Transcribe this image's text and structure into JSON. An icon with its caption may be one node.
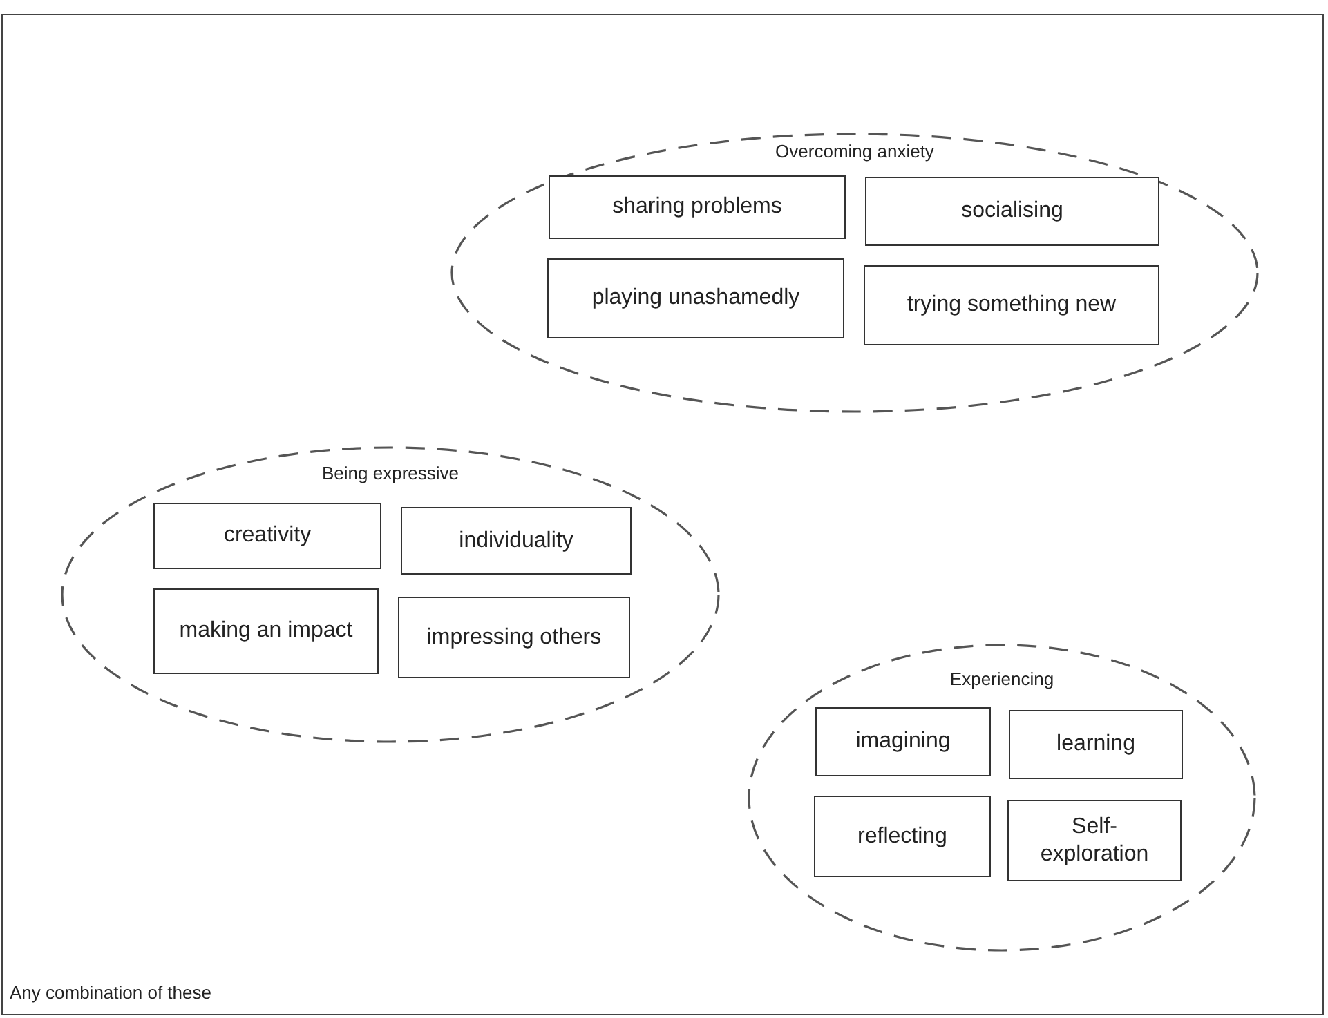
{
  "diagram": {
    "nodes": [
      {
        "text": [
          "Any combination of these"
        ]
      },
      {
        "text": [
          "Overcoming anxiety"
        ],
        "in": 0
      },
      {
        "text": [
          "sharing problems"
        ],
        "in": 1
      },
      {
        "text": [
          "socialising"
        ],
        "in": 1
      },
      {
        "text": [
          "playing unashamedly"
        ],
        "in": 1
      },
      {
        "text": [
          "trying something new"
        ],
        "in": 1
      },
      {
        "text": [
          "Being expressive"
        ],
        "in": 0
      },
      {
        "text": [
          "creativity"
        ],
        "in": 6
      },
      {
        "text": [
          "individuality"
        ],
        "in": 6
      },
      {
        "text": [
          "making an impact"
        ],
        "in": 6
      },
      {
        "text": [
          "impressing others"
        ],
        "in": 6
      },
      {
        "text": [
          "Experiencing"
        ],
        "in": 0
      },
      {
        "text": [
          "imagining"
        ],
        "in": 11
      },
      {
        "text": [
          "learning"
        ],
        "in": 11
      },
      {
        "text": [
          "reflecting"
        ],
        "in": 11
      },
      {
        "text": [
          "Self-exploration"
        ],
        "in": 11
      }
    ]
  }
}
